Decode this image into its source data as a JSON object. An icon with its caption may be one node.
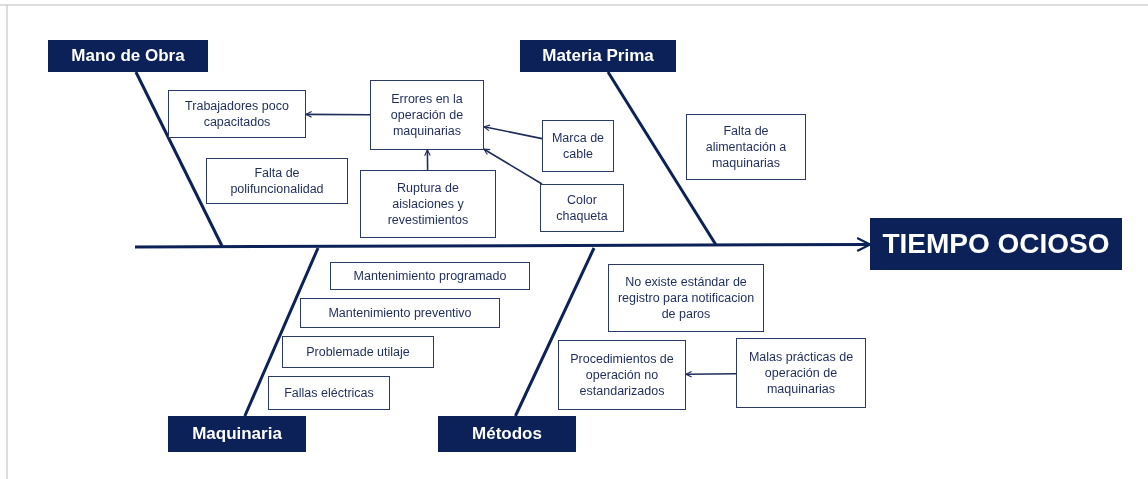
{
  "diagram": {
    "nodes": [
      {
        "text": [
          "Mano de Obra"
        ]
      },
      {
        "text": [
          "Trabajadores poco capacitados"
        ]
      },
      {
        "text": [
          "Errores en la operación de maquinarias"
        ]
      },
      {
        "text": [
          "Falta de polifuncionalidad"
        ]
      },
      {
        "text": [
          "Ruptura de aislaciones y revestimientos"
        ]
      },
      {
        "text": [
          "Marca de cable"
        ]
      },
      {
        "text": [
          "Color chaqueta"
        ]
      },
      {
        "text": [
          "Materia Prima"
        ]
      },
      {
        "text": [
          "Falta de alimentación a maquinarias"
        ]
      },
      {
        "text": [
          "TIEMPO OCIOSO"
        ]
      },
      {
        "text": [
          "Mantenimiento programado"
        ]
      },
      {
        "text": [
          "Mantenimiento preventivo"
        ]
      },
      {
        "text": [
          "Problemade utilaje"
        ]
      },
      {
        "text": [
          "Fallas eléctricas"
        ]
      },
      {
        "text": [
          "Maquinaria"
        ]
      },
      {
        "text": [
          "No existe estándar de registro para notificacion de paros"
        ]
      },
      {
        "text": [
          "Procedimientos de operación no estandarizados"
        ]
      },
      {
        "text": [
          "Malas prácticas de operación de maquinarias"
        ]
      },
      {
        "text": [
          "Métodos"
        ]
      }
    ],
    "edges": [
      {
        "from": null,
        "to": 9,
        "arrow": "to"
      },
      {
        "from": 0,
        "to": null,
        "arrow": "none"
      },
      {
        "from": 7,
        "to": null,
        "arrow": "none"
      },
      {
        "from": 14,
        "to": null,
        "arrow": "none"
      },
      {
        "from": 18,
        "to": null,
        "arrow": "none"
      },
      {
        "from": 2,
        "to": 1,
        "arrow": "to"
      },
      {
        "from": 4,
        "to": 2,
        "arrow": "to"
      },
      {
        "from": 5,
        "to": 2,
        "arrow": "to"
      },
      {
        "from": 6,
        "to": 2,
        "arrow": "to"
      },
      {
        "from": 17,
        "to": 16,
        "arrow": "to"
      }
    ]
  }
}
